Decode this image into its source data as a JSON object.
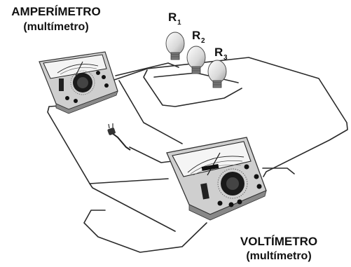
{
  "ammeter": {
    "title": "AMPERÍMETRO",
    "subtitle": "(multímetro)"
  },
  "voltmeter": {
    "title": "VOLTÍMETRO",
    "subtitle": "(multímetro)"
  },
  "resistors": [
    {
      "letter": "R",
      "index": "1"
    },
    {
      "letter": "R",
      "index": "2"
    },
    {
      "letter": "R",
      "index": "3"
    }
  ]
}
